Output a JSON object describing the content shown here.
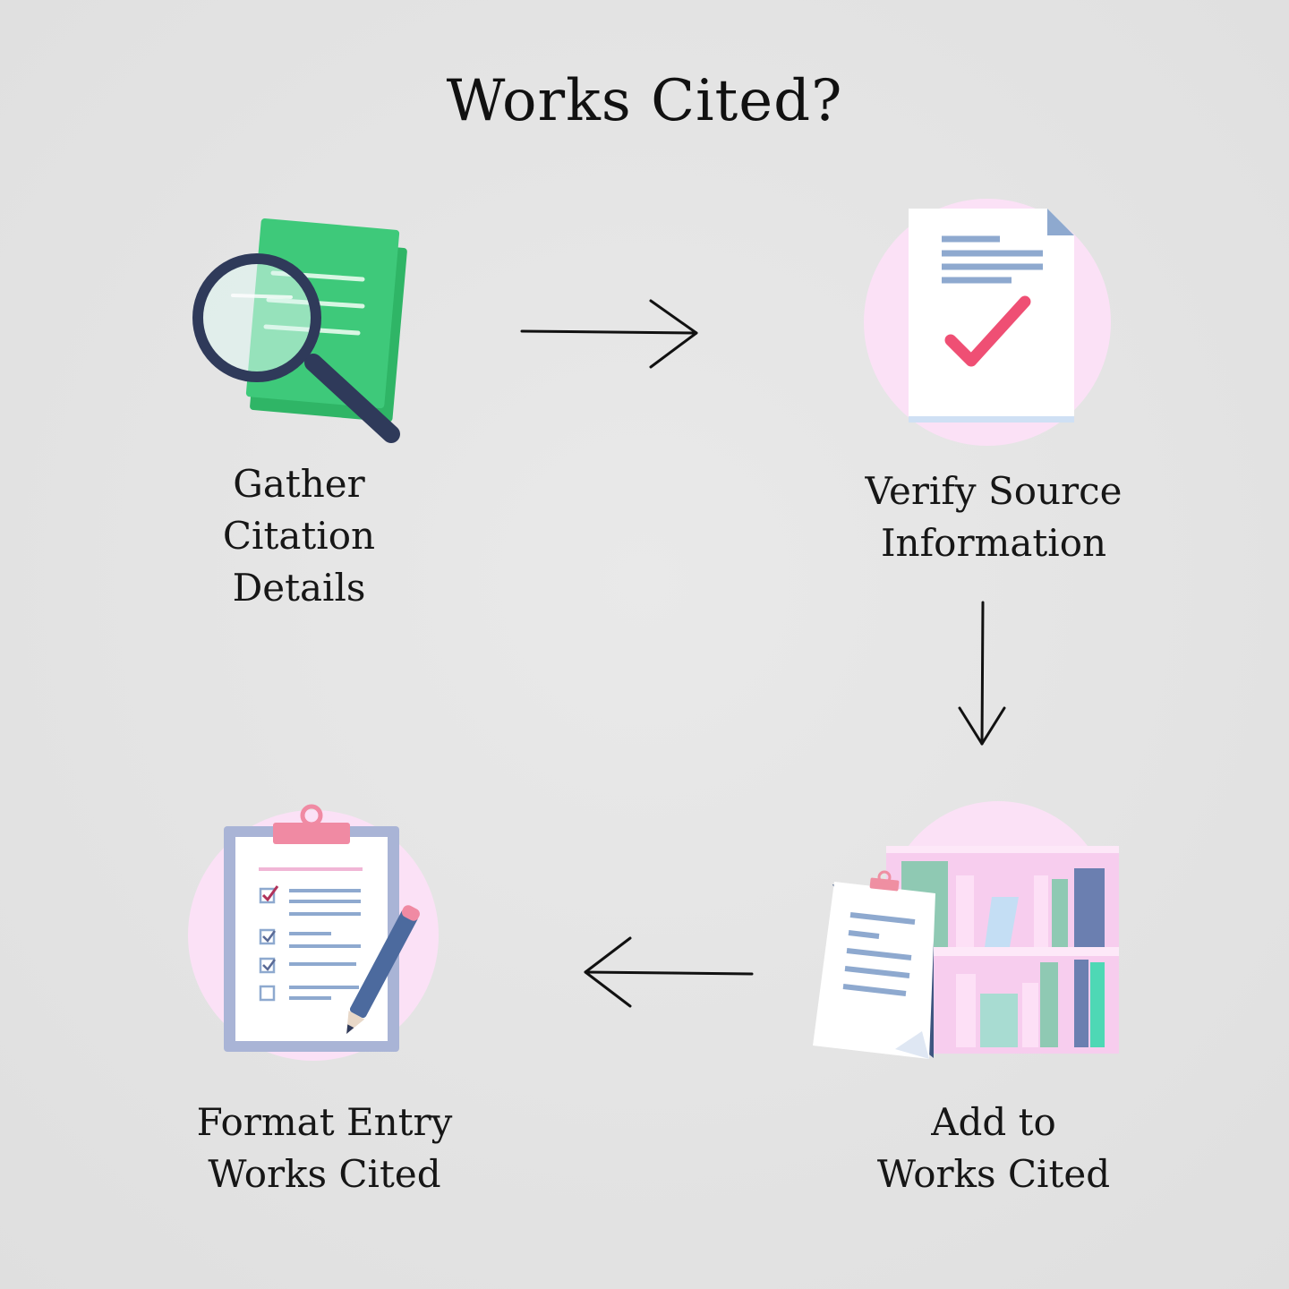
{
  "title": "Works Cited?",
  "steps": [
    {
      "label": "Gather\nCitation\nDetails",
      "icon": "magnifier-document-icon"
    },
    {
      "label": "Verify Source\nInformation",
      "icon": "checked-document-icon"
    },
    {
      "label": "Add to\nWorks Cited",
      "icon": "bookshelf-document-icon"
    },
    {
      "label": "Format Entry\nWorks Cited",
      "icon": "clipboard-checklist-icon"
    }
  ],
  "colors": {
    "background": "#e4e4e4",
    "green": "#3ec97a",
    "navy": "#2f3a5a",
    "pink-circle": "#fbe1f6",
    "check-red": "#ef4f74",
    "line-blue": "#8ea9cf"
  }
}
